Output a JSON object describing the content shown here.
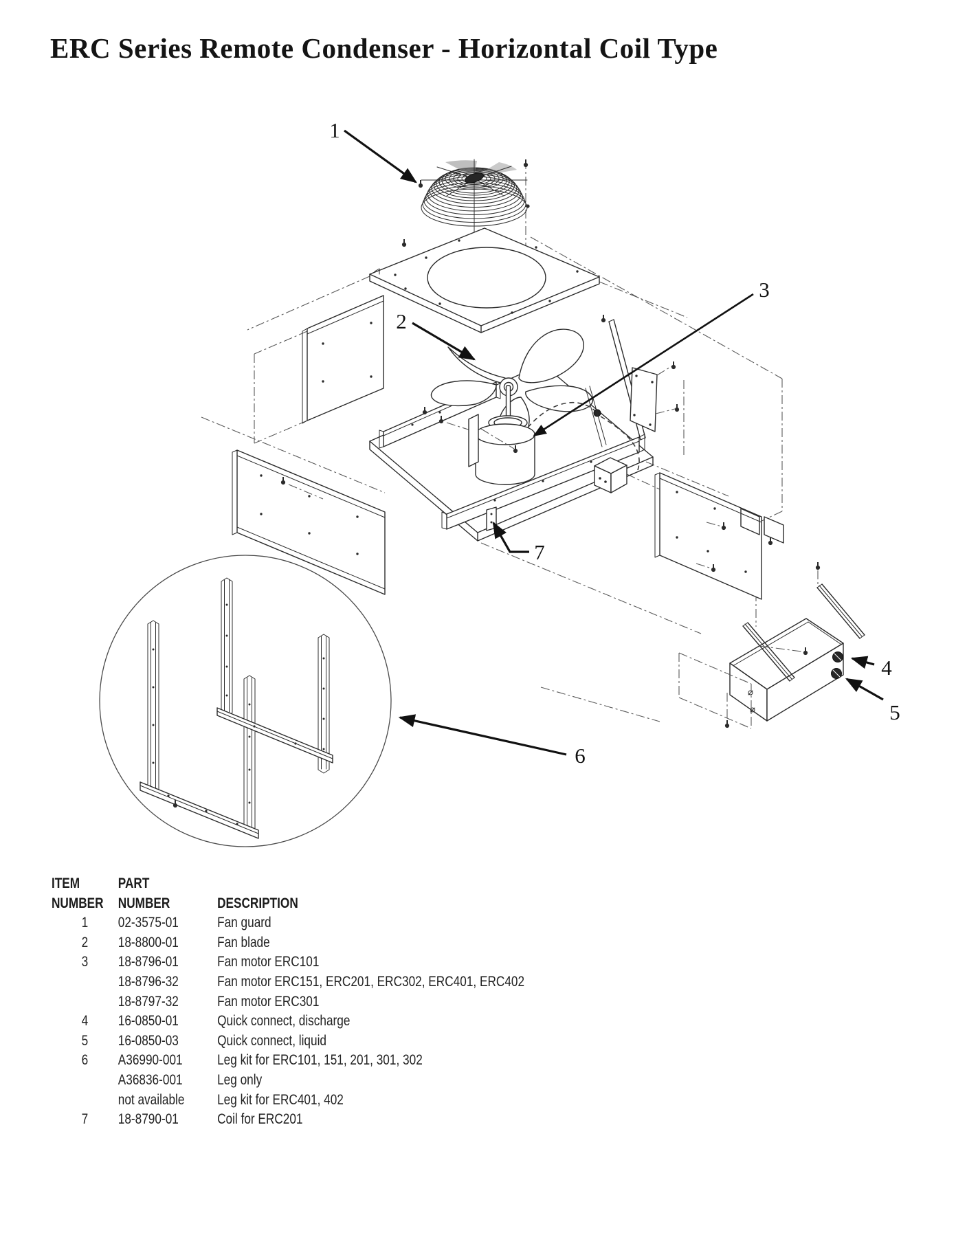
{
  "page": {
    "title": "ERC Series Remote Condenser - Horizontal Coil Type"
  },
  "diagram": {
    "callouts": [
      {
        "label": "1"
      },
      {
        "label": "2"
      },
      {
        "label": "3"
      },
      {
        "label": "4"
      },
      {
        "label": "5"
      },
      {
        "label": "6"
      },
      {
        "label": "7"
      }
    ]
  },
  "parts_table": {
    "headers": {
      "item_line1": "ITEM",
      "item_line2": "NUMBER",
      "part_line1": "PART",
      "part_line2": "NUMBER",
      "description": "DESCRIPTION"
    },
    "rows": [
      {
        "item": "1",
        "part": "02-3575-01",
        "description": "Fan guard"
      },
      {
        "item": "2",
        "part": "18-8800-01",
        "description": "Fan blade"
      },
      {
        "item": "3",
        "part": "18-8796-01",
        "description": "Fan motor ERC101"
      },
      {
        "item": "",
        "part": "18-8796-32",
        "description": "Fan motor ERC151, ERC201, ERC302, ERC401, ERC402"
      },
      {
        "item": "",
        "part": "18-8797-32",
        "description": "Fan motor ERC301"
      },
      {
        "item": "4",
        "part": "16-0850-01",
        "description": "Quick connect, discharge"
      },
      {
        "item": "5",
        "part": "16-0850-03",
        "description": "Quick connect, liquid"
      },
      {
        "item": "6",
        "part": "A36990-001",
        "description": "Leg kit for ERC101, 151, 201, 301, 302"
      },
      {
        "item": "",
        "part": "A36836-001",
        "description": "Leg only"
      },
      {
        "item": "",
        "part": "not available",
        "description": "Leg kit for ERC401, 402"
      },
      {
        "item": "7",
        "part": "18-8790-01",
        "description": "Coil for ERC201"
      }
    ]
  },
  "colors": {
    "ink": "#2b2b2b",
    "paper": "#ffffff",
    "callout": "#111111"
  }
}
